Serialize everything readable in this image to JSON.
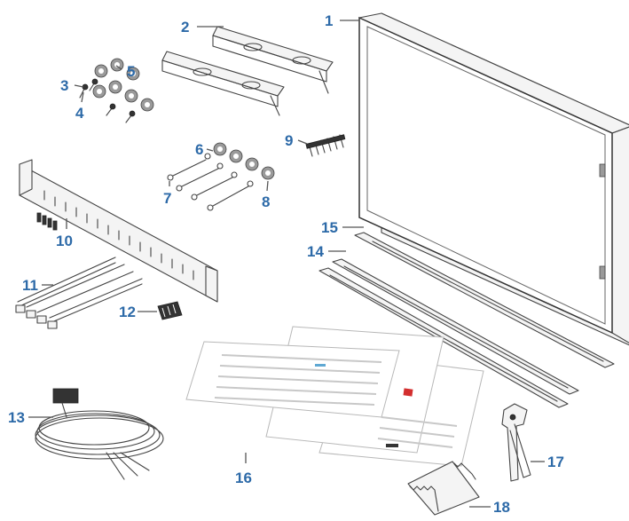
{
  "colors": {
    "label": "#2d6aa8",
    "line": "#555555",
    "part": "#444444"
  },
  "callouts": [
    {
      "id": "1",
      "text": "1"
    },
    {
      "id": "2",
      "text": "2"
    },
    {
      "id": "3",
      "text": "3"
    },
    {
      "id": "4",
      "text": "4"
    },
    {
      "id": "5",
      "text": "5"
    },
    {
      "id": "6",
      "text": "6"
    },
    {
      "id": "7",
      "text": "7"
    },
    {
      "id": "8",
      "text": "8"
    },
    {
      "id": "9",
      "text": "9"
    },
    {
      "id": "10",
      "text": "10"
    },
    {
      "id": "11",
      "text": "11"
    },
    {
      "id": "12",
      "text": "12"
    },
    {
      "id": "13",
      "text": "13"
    },
    {
      "id": "14",
      "text": "14"
    },
    {
      "id": "15",
      "text": "15"
    },
    {
      "id": "16",
      "text": "16"
    },
    {
      "id": "17",
      "text": "17"
    },
    {
      "id": "18",
      "text": "18"
    }
  ]
}
